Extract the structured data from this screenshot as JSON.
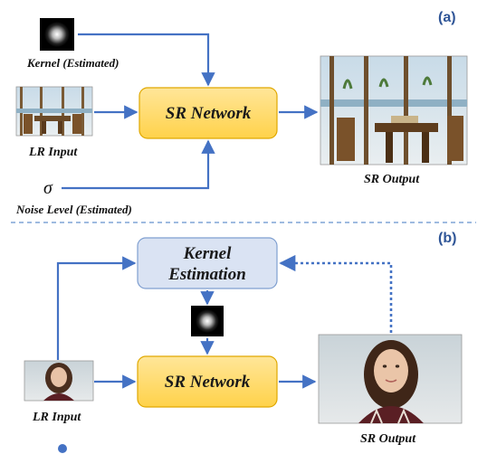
{
  "panel_a": {
    "tag": "(a)",
    "kernel_label": "Kernel (Estimated)",
    "lr_label": "LR Input",
    "noise_symbol": "σ",
    "noise_label": "Noise Level (Estimated)",
    "network_label": "SR Network",
    "output_label": "SR Output"
  },
  "panel_b": {
    "tag": "(b)",
    "kernel_est_line1": "Kernel",
    "kernel_est_line2": "Estimation",
    "network_label": "SR Network",
    "lr_label": "LR Input",
    "output_label": "SR Output"
  },
  "colors": {
    "arrow": "#4472c4",
    "sr_box_fill": "#ffd966",
    "sr_box_stroke": "#e0a800",
    "kernel_box_fill": "#dae3f3",
    "kernel_box_stroke": "#7f9fd0",
    "tag": "#2f5597",
    "divider": "#7fa3d6"
  }
}
